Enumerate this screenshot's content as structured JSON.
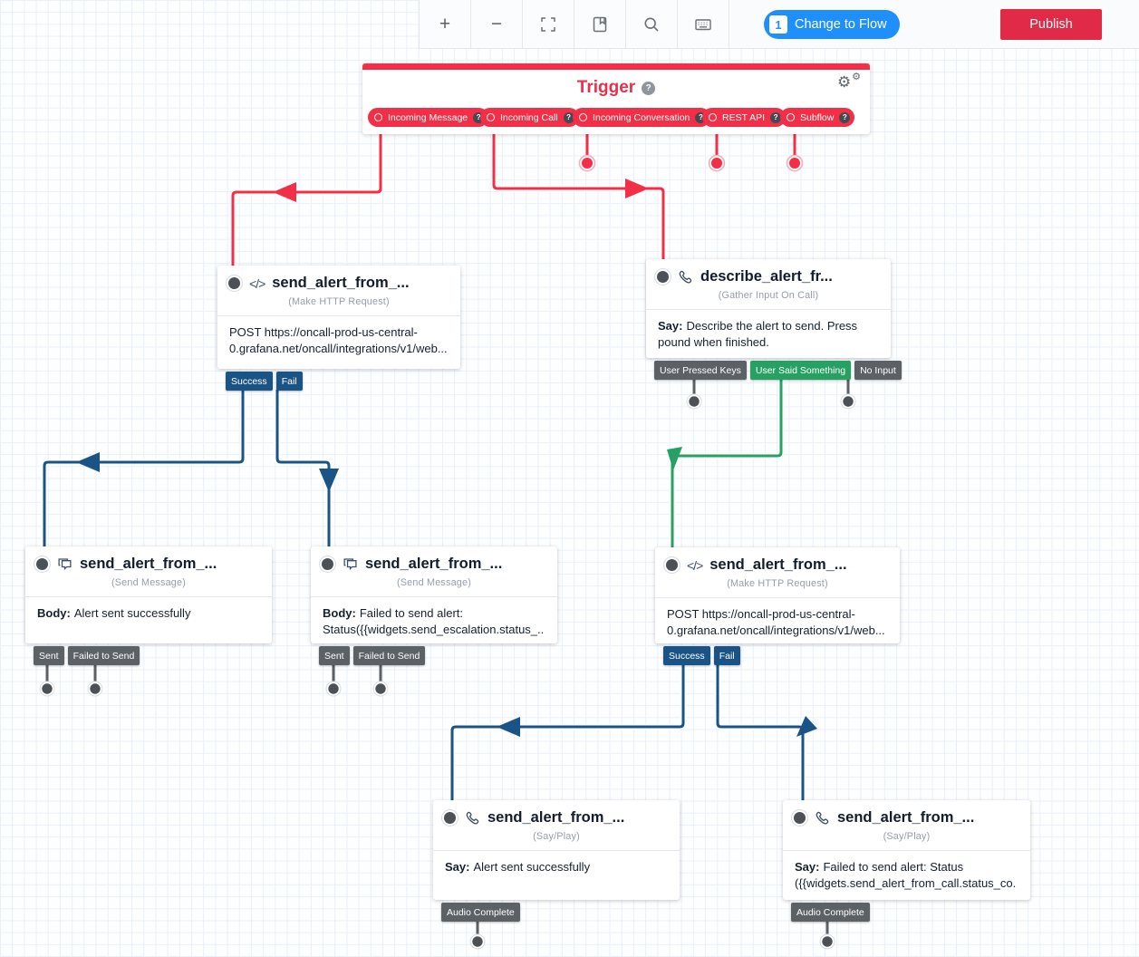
{
  "toolbar": {
    "zoom_in_label": "+",
    "zoom_out_label": "−",
    "icons": [
      "zoom-in",
      "zoom-out",
      "fit-view",
      "widget-library",
      "search",
      "keyboard"
    ],
    "change_to_flow": {
      "badge": "1",
      "label": "Change to Flow"
    },
    "publish_label": "Publish"
  },
  "colors": {
    "trigger_red": "#f22f46",
    "connector_navy": "#1a5385",
    "connector_green": "#27a163",
    "tag_gray": "#5c6166",
    "flow_button_blue": "#1f8ffb",
    "publish_red": "#e12a47"
  },
  "trigger": {
    "title": "Trigger",
    "help_icon": "?",
    "pills": [
      {
        "label": "Incoming Message",
        "help": "?"
      },
      {
        "label": "Incoming Call",
        "help": "?"
      },
      {
        "label": "Incoming Conversation",
        "help": "?"
      },
      {
        "label": "REST API",
        "help": "?"
      },
      {
        "label": "Subflow",
        "help": "?"
      }
    ]
  },
  "widgets": [
    {
      "title": "send_alert_from_...",
      "type": "(Make HTTP Request)",
      "icon": "code-icon",
      "body_label": "",
      "body": "POST https://oncall-prod-us-central-0.grafana.net/oncall/integrations/v1/web...",
      "tags": [
        {
          "label": "Success",
          "style": "navy"
        },
        {
          "label": "Fail",
          "style": "navy"
        }
      ]
    },
    {
      "title": "describe_alert_fr...",
      "type": "(Gather Input On Call)",
      "icon": "phone-icon",
      "body_label": "Say:",
      "body": "Describe the alert to send. Press pound when finished.",
      "tags": [
        {
          "label": "User Pressed Keys",
          "style": "gray"
        },
        {
          "label": "User Said Something",
          "style": "green"
        },
        {
          "label": "No Input",
          "style": "gray"
        }
      ]
    },
    {
      "title": "send_alert_from_...",
      "type": "(Send Message)",
      "icon": "chat-icon",
      "body_label": "Body:",
      "body": "Alert sent successfully",
      "tags": [
        {
          "label": "Sent",
          "style": "gray"
        },
        {
          "label": "Failed to Send",
          "style": "gray"
        }
      ]
    },
    {
      "title": "send_alert_from_...",
      "type": "(Send Message)",
      "icon": "chat-icon",
      "body_label": "Body:",
      "body": "Failed to send alert: Status({{widgets.send_escalation.status_...",
      "tags": [
        {
          "label": "Sent",
          "style": "gray"
        },
        {
          "label": "Failed to Send",
          "style": "gray"
        }
      ]
    },
    {
      "title": "send_alert_from_...",
      "type": "(Make HTTP Request)",
      "icon": "code-icon",
      "body_label": "",
      "body": "POST https://oncall-prod-us-central-0.grafana.net/oncall/integrations/v1/web...",
      "tags": [
        {
          "label": "Success",
          "style": "navy"
        },
        {
          "label": "Fail",
          "style": "navy"
        }
      ]
    },
    {
      "title": "send_alert_from_...",
      "type": "(Say/Play)",
      "icon": "phone-icon",
      "body_label": "Say:",
      "body": "Alert sent successfully",
      "tags": [
        {
          "label": "Audio Complete",
          "style": "gray"
        }
      ]
    },
    {
      "title": "send_alert_from_...",
      "type": "(Say/Play)",
      "icon": "phone-icon",
      "body_label": "Say:",
      "body": "Failed to send alert: Status ({{widgets.send_alert_from_call.status_co...",
      "tags": [
        {
          "label": "Audio Complete",
          "style": "gray"
        }
      ]
    }
  ]
}
